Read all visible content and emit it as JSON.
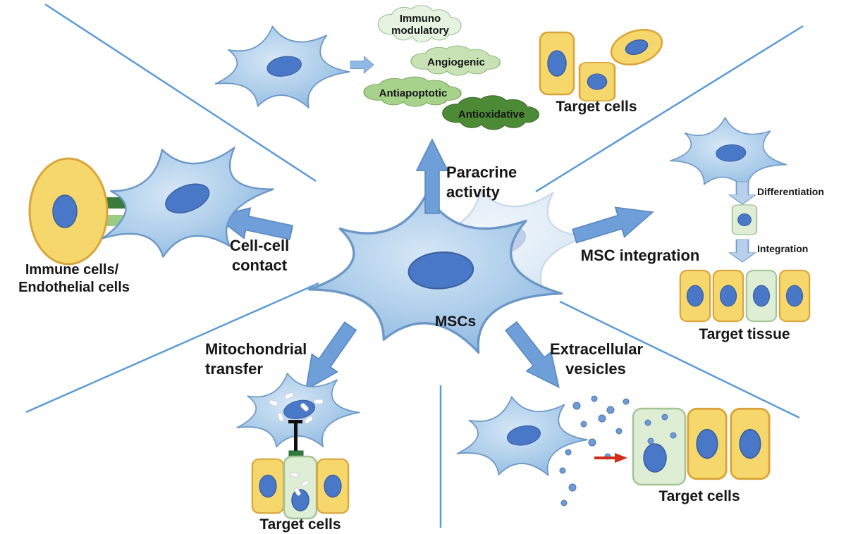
{
  "colors": {
    "divider_blue": "#5b9bd5",
    "arrow_blue": "#6f9fd8",
    "small_arrow_blue": "#b8d0ec",
    "msc_body_blue": "#9cc2e5",
    "nucleus_blue": "#4a78c8",
    "target_cell_yellow": "#f6d76b",
    "target_cell_outline": "#d9a43c",
    "green_cell_fill": "#ddeed4",
    "red_arrow": "#d22c1a",
    "dark_green_cloud": "#4d8a36"
  },
  "center": {
    "label": "MSCs"
  },
  "paracrine": {
    "title1": "Paracrine",
    "title2": "activity",
    "clouds": [
      {
        "line1": "Immuno",
        "line2": "modulatory"
      },
      {
        "line1": "Angiogenic"
      },
      {
        "line1": "Antiapoptotic"
      },
      {
        "line1": "Antioxidative"
      }
    ],
    "target_label": "Target cells"
  },
  "integration": {
    "title": "MSC integration",
    "step1": "Differentiation",
    "step2": "Integration",
    "target_label": "Target tissue"
  },
  "cell_contact": {
    "title1": "Cell-cell",
    "title2": "contact",
    "target_label1": "Immune cells/",
    "target_label2": "Endothelial cells"
  },
  "mitochondrial": {
    "title1": "Mitochondrial",
    "title2": "transfer",
    "target_label": "Target cells"
  },
  "vesicles": {
    "title1": "Extracellular",
    "title2": "vesicles",
    "target_label": "Target cells"
  }
}
